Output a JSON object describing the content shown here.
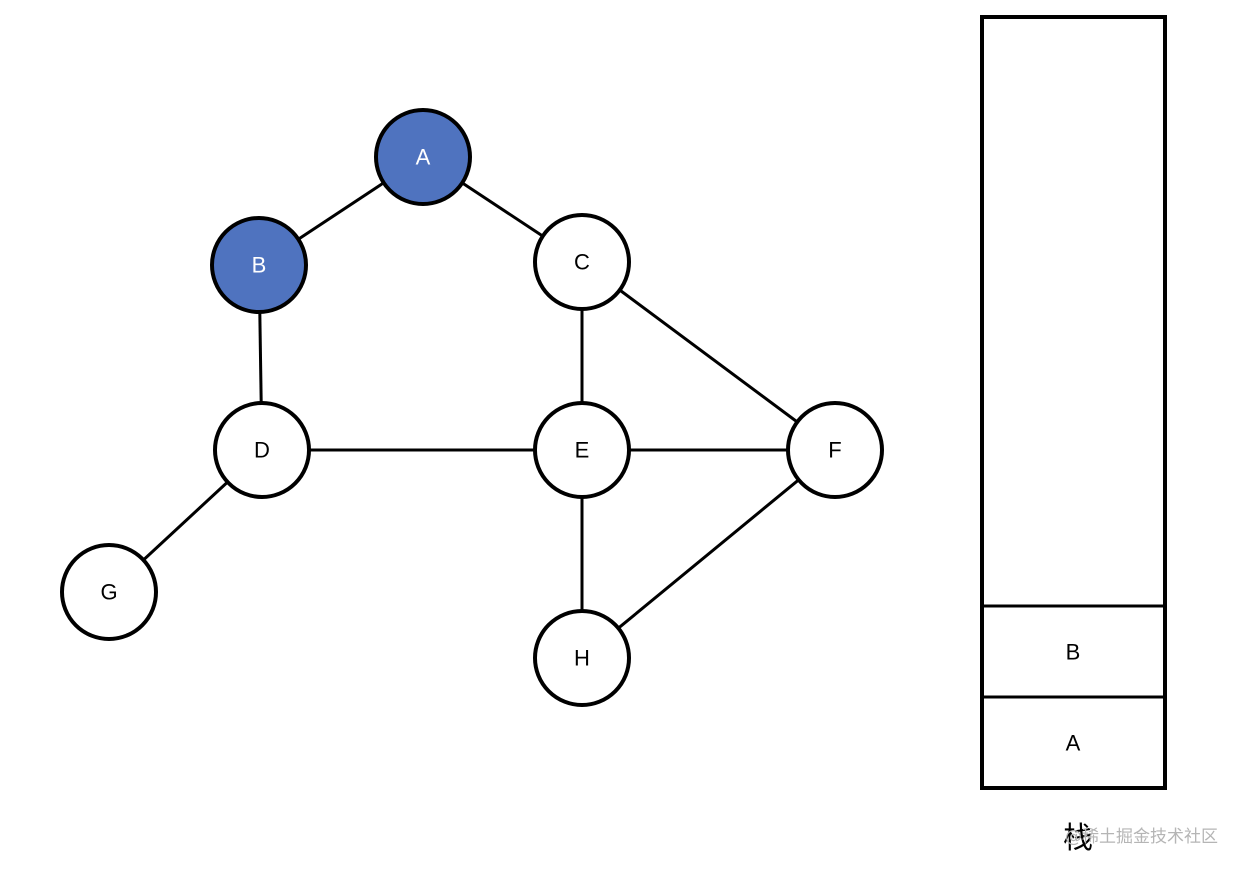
{
  "colors": {
    "visited_fill": "#4f73bf",
    "visited_text": "#ffffff",
    "default_fill": "#ffffff",
    "default_text": "#000000"
  },
  "graph": {
    "nodes": [
      {
        "id": "A",
        "label": "A",
        "visited": true
      },
      {
        "id": "B",
        "label": "B",
        "visited": true
      },
      {
        "id": "C",
        "label": "C",
        "visited": false
      },
      {
        "id": "D",
        "label": "D",
        "visited": false
      },
      {
        "id": "E",
        "label": "E",
        "visited": false
      },
      {
        "id": "F",
        "label": "F",
        "visited": false
      },
      {
        "id": "G",
        "label": "G",
        "visited": false
      },
      {
        "id": "H",
        "label": "H",
        "visited": false
      }
    ],
    "edges": [
      [
        "A",
        "B"
      ],
      [
        "A",
        "C"
      ],
      [
        "B",
        "D"
      ],
      [
        "C",
        "E"
      ],
      [
        "C",
        "F"
      ],
      [
        "D",
        "E"
      ],
      [
        "D",
        "G"
      ],
      [
        "E",
        "F"
      ],
      [
        "E",
        "H"
      ],
      [
        "F",
        "H"
      ]
    ]
  },
  "stack": {
    "caption": "栈",
    "items_top_to_bottom": [
      "B",
      "A"
    ]
  },
  "watermark": "@稀土掘金技术社区"
}
